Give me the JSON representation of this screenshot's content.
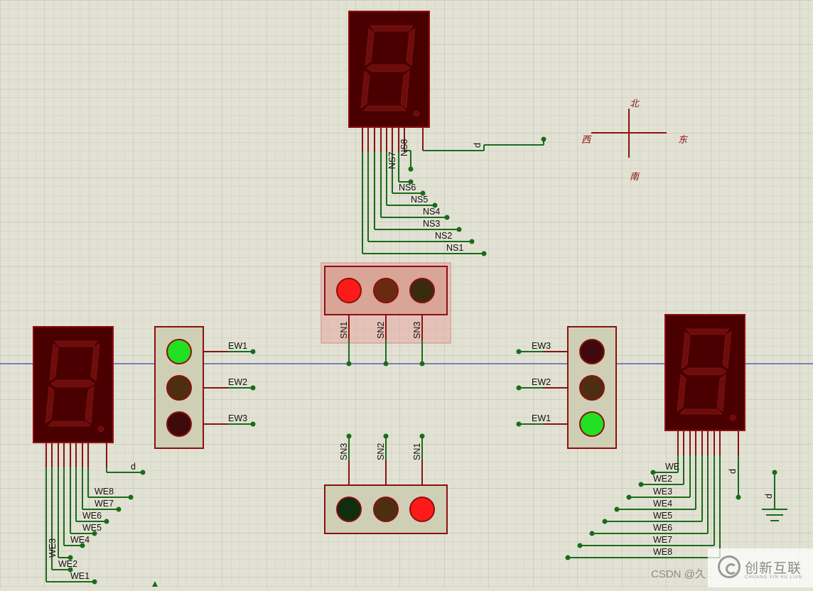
{
  "colors": {
    "background": "#e2e2d4",
    "grid": "#c8c8bc",
    "wire": "#1a6b1a",
    "body": "#8b1010",
    "display": "#4a0000",
    "segment_off": "#7c0e0e",
    "light_housing": "#cfcfb6",
    "crossing_highlight": "#e8a8a0",
    "axis_line": "#2020a0"
  },
  "compass": {
    "north": "北",
    "south": "南",
    "east": "东",
    "west": "西"
  },
  "signals": {
    "d": "d",
    "ns": [
      "NS1",
      "NS2",
      "NS3",
      "NS4",
      "NS5",
      "NS6",
      "NS7",
      "NS8"
    ],
    "we": [
      "WE1",
      "WE2",
      "WE3",
      "WE4",
      "WE5",
      "WE6",
      "WE7",
      "WE8"
    ],
    "ew": [
      "EW1",
      "EW2",
      "EW3"
    ],
    "sn": [
      "SN1",
      "SN2",
      "SN3"
    ],
    "we_bottom_left_partial": "WE3",
    "we_bottom_right_partial": "WE"
  },
  "lights": {
    "north": [
      "red",
      "off",
      "off"
    ],
    "south": [
      "off",
      "off",
      "red"
    ],
    "west": [
      "green",
      "off",
      "off"
    ],
    "east": [
      "off",
      "off",
      "green"
    ]
  },
  "watermark": {
    "csdn": "CSDN @久",
    "brand": "创新互联",
    "brand_sub": "CHUANG XIN HU LIAN"
  }
}
